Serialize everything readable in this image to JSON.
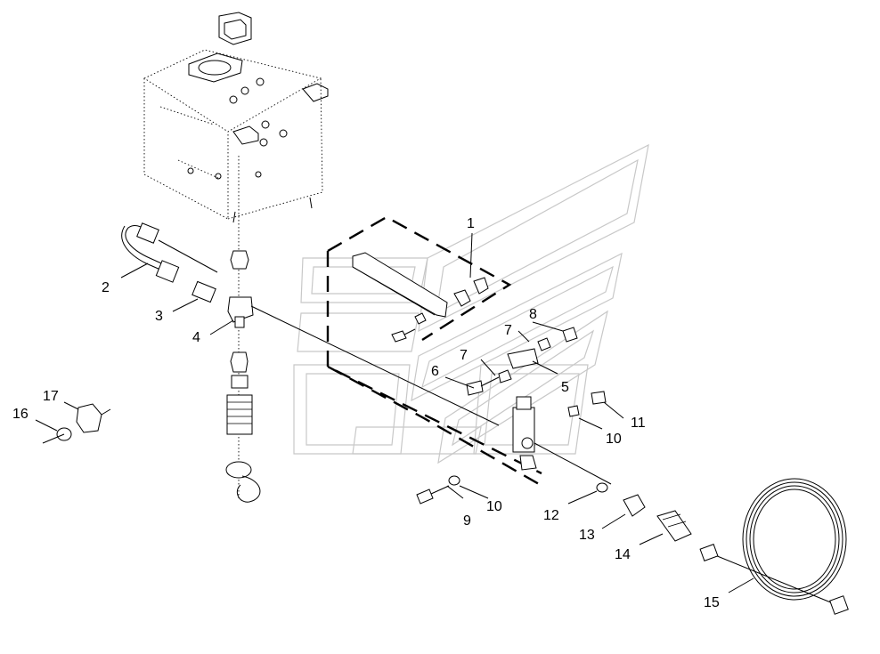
{
  "diagram": {
    "labels": {
      "l1": "1",
      "l2": "2",
      "l3": "3",
      "l4": "4",
      "l5": "5",
      "l6": "6",
      "l7a": "7",
      "l7b": "7",
      "l8": "8",
      "l9": "9",
      "l10a": "10",
      "l10b": "10",
      "l11": "11",
      "l12": "12",
      "l13": "13",
      "l14": "14",
      "l15": "15",
      "l16": "16",
      "l17": "17"
    }
  }
}
